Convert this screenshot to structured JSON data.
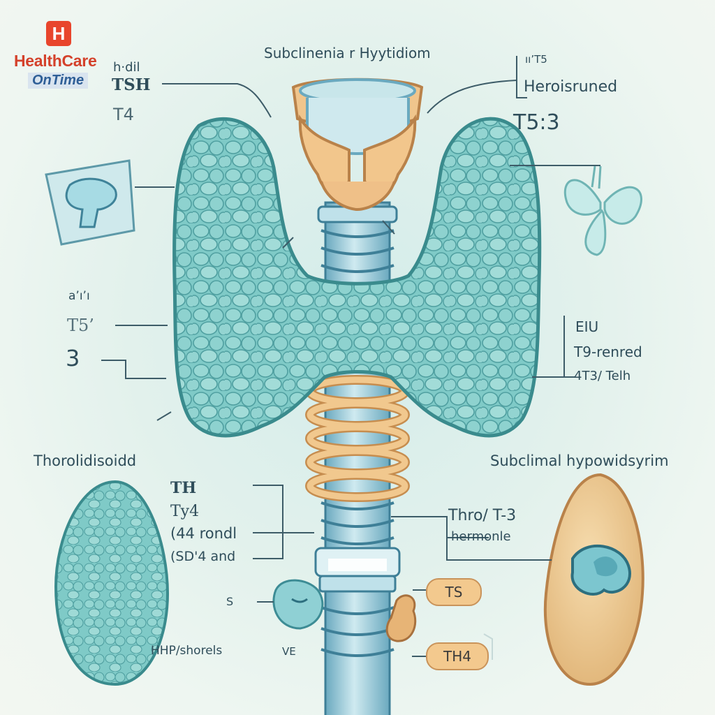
{
  "logo": {
    "badge": "H",
    "word1": "HealthCare",
    "word2": "OnTime"
  },
  "labels": {
    "title_top": "Subclinenia r Hyytidiom",
    "hodil": "h·dil",
    "tsh_top": "TSH",
    "t4_top": "T4",
    "herois": "Heroisruned",
    "t53": "T5:3",
    "small_top_right": "ıı’T5",
    "a_small": "a’ı’ı",
    "t5_left": "T5’",
    "three_left": "3",
    "eiu": "EIU",
    "t9_renred": "T9-renred",
    "t3_tell": "4T3/ Telh",
    "thorolid": "Thorolidisoidd",
    "subclimal": "Subclimal hypowidsyrim",
    "th": "TH",
    "ty4": "Ty4",
    "rondl": "(44 rondl",
    "sd_and": "(SD'4 and",
    "thro": "Thro/  T-3",
    "hermonle": "hermonle",
    "s_small": "S",
    "ve": "VE",
    "hhp": "HHP/shorels"
  },
  "pills": {
    "ts": "TS",
    "th4": "TH4"
  },
  "colors": {
    "gland": "#7cc9c6",
    "gland_dark": "#3c8e8f",
    "cartilage": "#f0c58c",
    "text": "#2f4d5a",
    "brand_red": "#d4412b",
    "brand_blue": "#2f5f97"
  }
}
